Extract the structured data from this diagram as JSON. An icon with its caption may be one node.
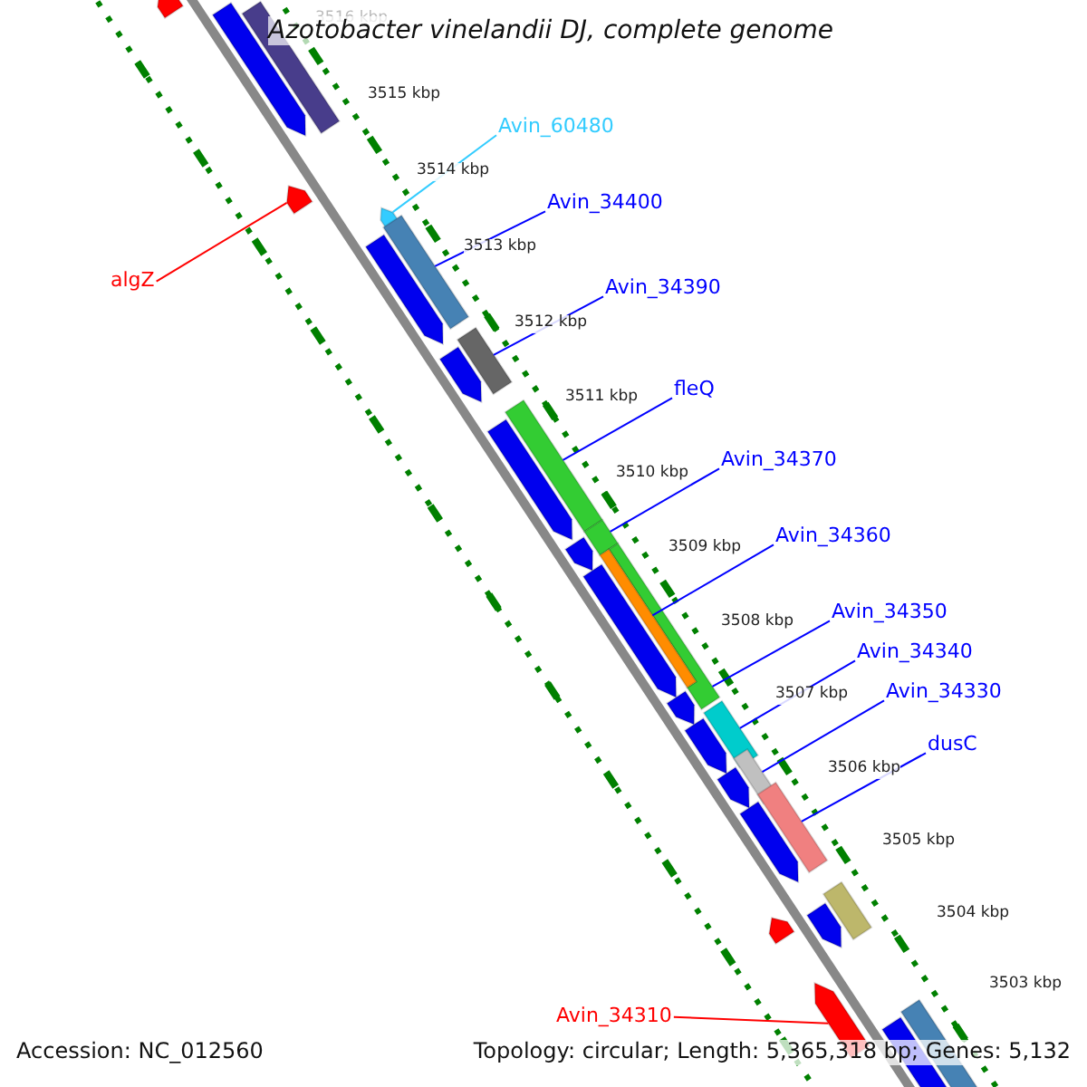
{
  "diagram": {
    "title": "Azotobacter vinelandii DJ, complete genome",
    "nodes": [
      {
        "text": [
          "Avin_60480"
        ]
      },
      {
        "text": [
          "Avin_34400"
        ]
      },
      {
        "text": [
          "algZ"
        ]
      },
      {
        "text": [
          "Avin_34390"
        ]
      },
      {
        "text": [
          "fleQ"
        ]
      },
      {
        "text": [
          "Avin_34370"
        ]
      },
      {
        "text": [
          "Avin_34360"
        ]
      },
      {
        "text": [
          "Avin_34350"
        ]
      },
      {
        "text": [
          "Avin_34340"
        ]
      },
      {
        "text": [
          "Avin_34330"
        ]
      },
      {
        "text": [
          "dusC"
        ]
      },
      {
        "text": [
          "Avin_34310"
        ]
      },
      {
        "text": [],
        "shape": "bar"
      },
      {
        "text": [],
        "shape": "bar"
      },
      {
        "text": [],
        "shape": "bar"
      },
      {
        "text": [],
        "shape": "bar"
      },
      {
        "text": [],
        "shape": "bar"
      },
      {
        "text": [],
        "shape": "bar"
      },
      {
        "text": [],
        "shape": "bar"
      },
      {
        "text": [],
        "shape": "bar"
      },
      {
        "text": [],
        "shape": "bar"
      },
      {
        "text": [],
        "shape": "bar"
      },
      {
        "text": [],
        "shape": "bar"
      },
      {
        "text": [],
        "shape": "bar"
      },
      {
        "text": [],
        "shape": "bar"
      },
      {
        "text": [],
        "shape": "bar"
      },
      {
        "text": [],
        "shape": "bar"
      },
      {
        "text": [],
        "shape": "bar"
      },
      {
        "text": [],
        "shape": "bar"
      },
      {
        "text": [],
        "shape": "bar"
      },
      {
        "text": [],
        "shape": "bar"
      },
      {
        "text": [],
        "shape": "bar"
      },
      {
        "text": [],
        "shape": "bar"
      },
      {
        "text": [],
        "shape": "bar"
      },
      {
        "text": [],
        "shape": "bar"
      },
      {
        "text": [],
        "shape": "bar"
      },
      {
        "text": [],
        "shape": "bar"
      },
      {
        "text": [],
        "shape": "bar"
      },
      {
        "text": [],
        "shape": "bar"
      },
      {
        "text": [],
        "shape": "bar"
      },
      {
        "text": [],
        "shape": "bar"
      }
    ],
    "edges": [
      {
        "from": 0,
        "to": 16,
        "arrow": "none",
        "color": "#33ccff"
      },
      {
        "from": 1,
        "to": 17,
        "arrow": "none"
      },
      {
        "from": 2,
        "to": 15,
        "arrow": "none",
        "color": "#ff0000"
      },
      {
        "from": 3,
        "to": 19,
        "arrow": "none"
      },
      {
        "from": 4,
        "to": 21,
        "arrow": "none"
      },
      {
        "from": 5,
        "to": 23,
        "arrow": "none"
      },
      {
        "from": 6,
        "to": 26,
        "arrow": "none"
      },
      {
        "from": 7,
        "to": 25,
        "arrow": "none"
      },
      {
        "from": 8,
        "to": 29,
        "arrow": "none"
      },
      {
        "from": 9,
        "to": 31,
        "arrow": "none"
      },
      {
        "from": 10,
        "to": 33,
        "arrow": "none"
      },
      {
        "from": 11,
        "to": 38,
        "arrow": "none",
        "color": "#ff0000"
      }
    ],
    "labels": [
      "3516 kbp",
      "3515 kbp",
      "3514 kbp",
      "3513 kbp",
      "3512 kbp",
      "3511 kbp",
      "3510 kbp",
      "3509 kbp",
      "3508 kbp",
      "3507 kbp",
      "3506 kbp",
      "3505 kbp",
      "3504 kbp",
      "3503 kbp",
      "Accession: NC_012560",
      "Topology: circular; Length: 5,365,318 bp; Genes: 5,132"
    ]
  }
}
